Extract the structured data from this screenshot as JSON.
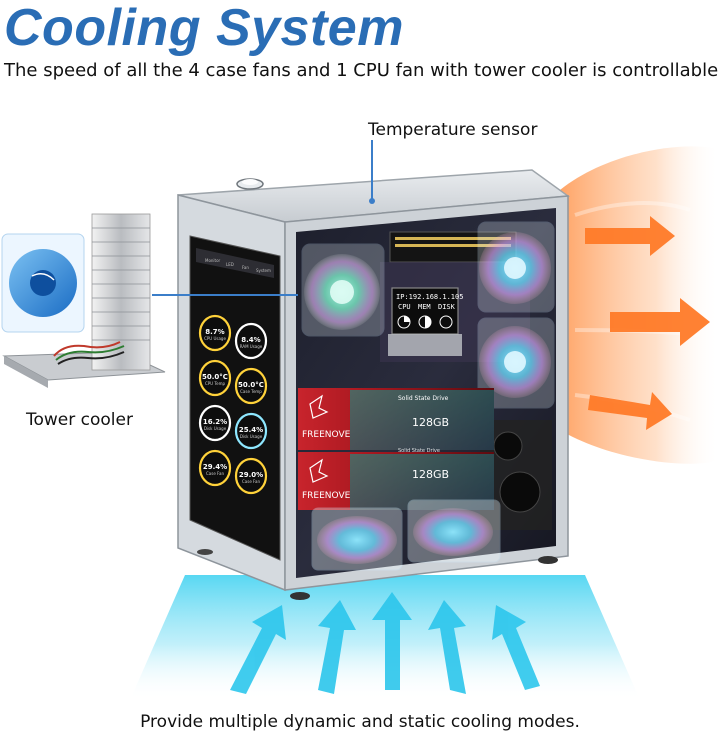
{
  "header": {
    "title": "Cooling System",
    "subtitle": "The speed of all the 4 case fans and 1 CPU fan with tower cooler is controllable."
  },
  "callouts": {
    "temperature_sensor": "Temperature sensor",
    "tower_cooler": "Tower cooler"
  },
  "footer": "Provide multiple dynamic and static cooling modes.",
  "display": {
    "nav": [
      "Monitor",
      "LED",
      "Fan",
      "System"
    ],
    "gauges": [
      {
        "value": "8.7%",
        "label": "CPU Usage"
      },
      {
        "value": "8.4%",
        "label": "RAM Usage"
      },
      {
        "value": "50.0°C",
        "label": "CPU Temp"
      },
      {
        "value": "50.0°C",
        "label": "Case Temp"
      },
      {
        "value": "16.2%",
        "label": "Disk Usage"
      },
      {
        "value": "25.4%",
        "label": "Disk Usage"
      },
      {
        "value": "29.4%",
        "label": "Case Fan"
      },
      {
        "value": "29.0%",
        "label": "Case Fan"
      }
    ],
    "gauge_colors": [
      "#ffd23a",
      "#ffffff",
      "#ffd23a",
      "#ffd23a",
      "#ffffff",
      "#8ee7ff",
      "#ffd23a",
      "#ffd23a"
    ]
  },
  "oled": {
    "ip": "IP:192.168.1.105",
    "cols": [
      "CPU",
      "MEM",
      "DISK"
    ]
  },
  "ssd": {
    "label": "Solid State Drive",
    "capacity": "128GB",
    "brand": "FREENOVE"
  },
  "colors": {
    "title": "#2a6db5",
    "hot_air": "#ff7a28",
    "cold_air": "#3fd2f2"
  }
}
